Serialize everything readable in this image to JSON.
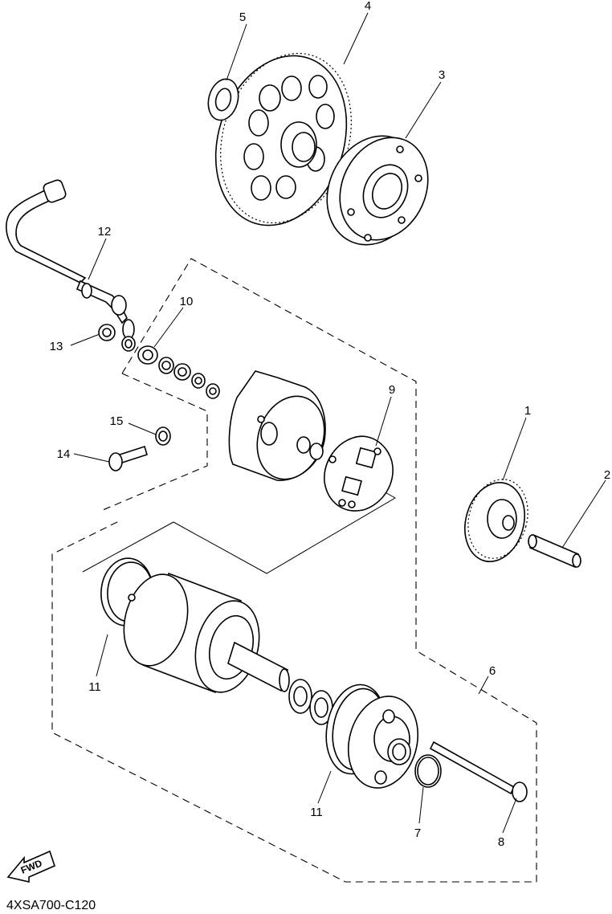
{
  "diagram_code": "4XSA700-C120",
  "fwd_label": "FWD",
  "callouts": [
    {
      "id": "c1",
      "text": "1"
    },
    {
      "id": "c2",
      "text": "2"
    },
    {
      "id": "c3",
      "text": "3"
    },
    {
      "id": "c4",
      "text": "4"
    },
    {
      "id": "c5",
      "text": "5"
    },
    {
      "id": "c6",
      "text": "6"
    },
    {
      "id": "c7",
      "text": "7"
    },
    {
      "id": "c8",
      "text": "8"
    },
    {
      "id": "c9",
      "text": "9"
    },
    {
      "id": "c10",
      "text": "10"
    },
    {
      "id": "c11a",
      "text": "11"
    },
    {
      "id": "c11b",
      "text": "11"
    },
    {
      "id": "c12",
      "text": "12"
    },
    {
      "id": "c13",
      "text": "13"
    },
    {
      "id": "c14",
      "text": "14"
    },
    {
      "id": "c15",
      "text": "15"
    }
  ]
}
